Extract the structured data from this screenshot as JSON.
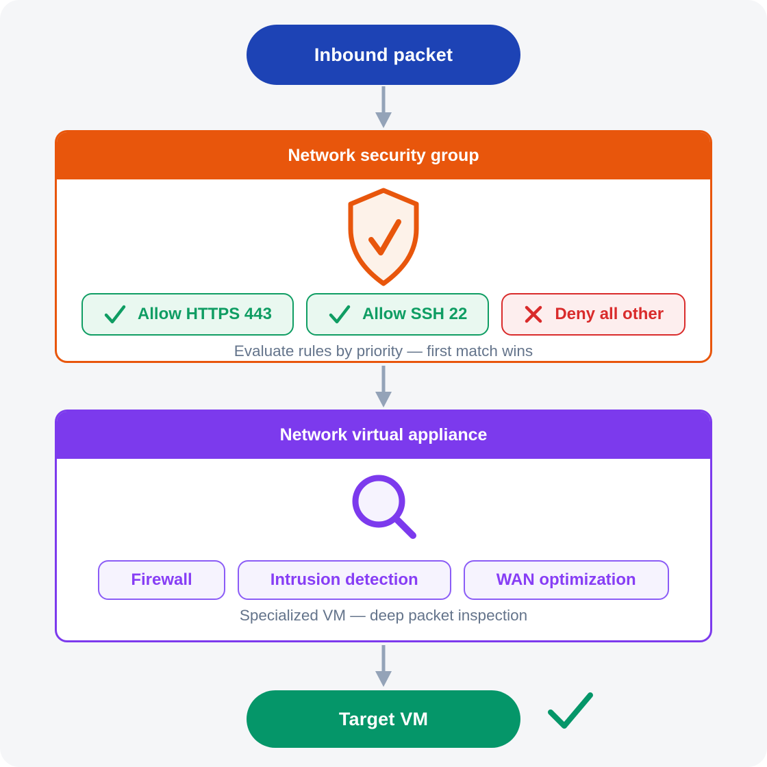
{
  "colors": {
    "background": "#f5f6f8",
    "inbound_blue": "#1d43b5",
    "nsg_orange": "#e8560c",
    "shield_fill": "#fdf2e9",
    "allow_green": "#0f9d63",
    "allow_green_bg": "#e9f8f0",
    "deny_red": "#d92b2b",
    "deny_red_bg": "#fdeeee",
    "caption_slate": "#64748b",
    "nva_purple": "#7c3aed",
    "nva_badge_bg": "#f6f3fe",
    "nva_badge_border": "#8b5cf6",
    "nva_badge_text": "#873ef5",
    "target_green": "#059669",
    "arrow_gray": "#94a3b8"
  },
  "icons": {
    "nsg_icon": "shield-check",
    "nva_icon": "magnifier",
    "allow_icon": "check",
    "deny_icon": "x-mark",
    "target_result_icon": "check",
    "connector": "arrow-down"
  },
  "flow": {
    "inbound": {
      "label": "Inbound packet"
    },
    "nsg": {
      "title": "Network security group",
      "rules": [
        {
          "label": "Allow HTTPS 443",
          "status": "allow"
        },
        {
          "label": "Allow SSH 22",
          "status": "allow"
        },
        {
          "label": "Deny all other",
          "status": "deny"
        }
      ],
      "caption": "Evaluate rules by priority — first match wins"
    },
    "nva": {
      "title": "Network virtual appliance",
      "functions": [
        {
          "label": "Firewall"
        },
        {
          "label": "Intrusion detection"
        },
        {
          "label": "WAN optimization"
        }
      ],
      "caption": "Specialized VM — deep packet inspection"
    },
    "target": {
      "label": "Target VM"
    }
  }
}
